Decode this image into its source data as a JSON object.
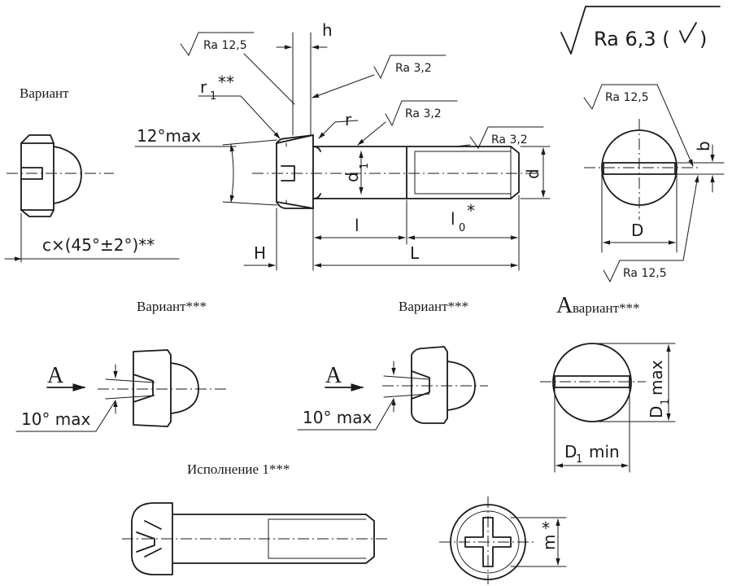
{
  "roughness": {
    "general": "Ra 6,3 (",
    "general_close": ")",
    "head_top": "Ra 12,5",
    "face": "Ra 3,2",
    "shank": "Ra 3,2",
    "thread": "Ra 3,2",
    "end_view_top": "Ra 12,5",
    "end_view_bottom": "Ra 12,5"
  },
  "labels": {
    "variant_top_left": "Вариант",
    "variant_mid_left": "Вариант***",
    "variant_mid_center": "Вариант***",
    "view_a_letter": "A",
    "view_a_variant": "вариант***",
    "execution_1": "Исполнение 1***",
    "arrow_a_left": "A",
    "arrow_a_center": "A"
  },
  "dimensions": {
    "h": "h",
    "r1": "r",
    "r1_sub": "1",
    "r1_stars": "**",
    "r": "r",
    "angle_12": "12°max",
    "d1": "d",
    "d1_sub": "1",
    "d": "d",
    "l": "l",
    "l0": "l",
    "l0_sub": "0",
    "l0_star": "*",
    "H": "H",
    "L": "L",
    "chamfer": "c×(45°±2°)**",
    "b": "b",
    "D": "D",
    "angle_10_left": "10° max",
    "angle_10_center": "10° max",
    "D1max": "D",
    "D1max_sub": "1",
    "D1max_tail": "max",
    "D1min": "D",
    "D1min_sub": "1",
    "D1min_tail": "min",
    "m": "m",
    "m_star": "*"
  }
}
